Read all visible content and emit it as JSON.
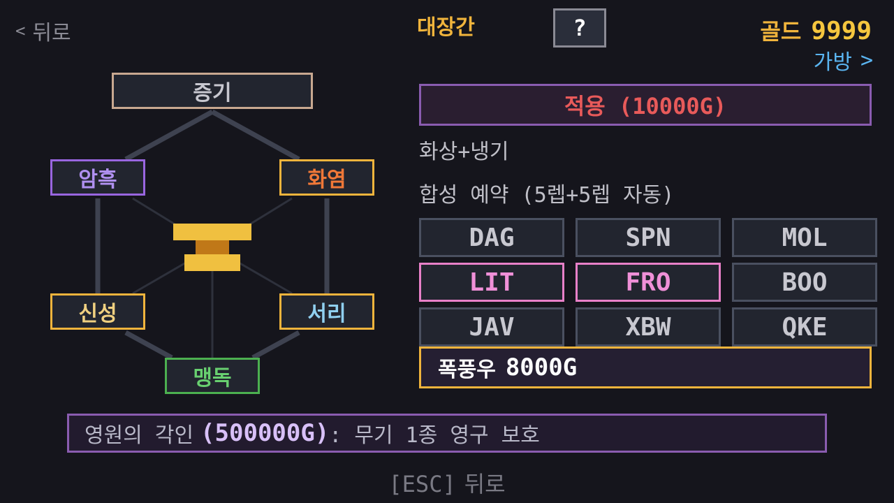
{
  "header": {
    "back_label": "뒤로",
    "title": "대장간",
    "help_label": "?",
    "gold_label": "골드",
    "gold_value": "9999",
    "bag_label": "가방"
  },
  "icons": {
    "back": "chevron-left-icon",
    "bag": "chevron-right-icon",
    "anvil": "anvil-icon"
  },
  "elements": {
    "steam": "증기",
    "dark": "암흑",
    "fire": "화염",
    "holy": "신성",
    "frost": "서리",
    "poison": "맹독"
  },
  "panel": {
    "apply_label": "적용 (10000G)",
    "combo": "화상+냉기",
    "reserve": "합성 예약 (5렙+5렙 자동)",
    "weapons": [
      {
        "code": "DAG",
        "selected": false
      },
      {
        "code": "SPN",
        "selected": false
      },
      {
        "code": "MOL",
        "selected": false
      },
      {
        "code": "LIT",
        "selected": true
      },
      {
        "code": "FRO",
        "selected": true
      },
      {
        "code": "BOO",
        "selected": false
      },
      {
        "code": "JAV",
        "selected": false
      },
      {
        "code": "XBW",
        "selected": false
      },
      {
        "code": "QKE",
        "selected": false
      }
    ],
    "storm_name": "폭풍우",
    "storm_price": "8000G"
  },
  "eternal": {
    "name": "영원의 각인",
    "price": "(500000G)",
    "desc": ": 무기 1종 영구 보호"
  },
  "footer": {
    "key": "[ESC]",
    "label": "뒤로"
  },
  "colors": {
    "background": "#15151c",
    "gold": "#f0b43c",
    "purple_border": "#8a5cb0",
    "pink_selected": "#e880c8",
    "link_blue": "#5ab4f0"
  }
}
